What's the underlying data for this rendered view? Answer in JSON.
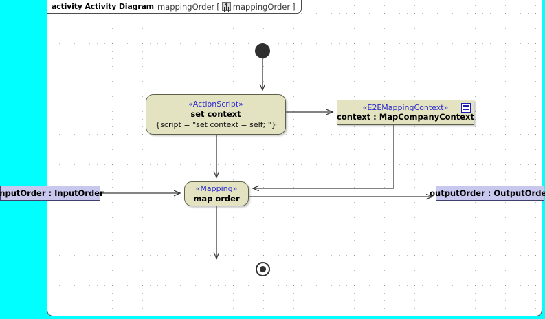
{
  "canvas": {
    "background_color": "#00ffff",
    "frame_background_color": "#ffffff",
    "frame_border_color": "#4d4d4d"
  },
  "frame": {
    "keyword": "activity Activity Diagram",
    "name": "mappingOrder",
    "bracket_open": "[",
    "bracket_close": "]",
    "inner_name": "mappingOrder",
    "icon": "activity-diagram-icon"
  },
  "nodes": {
    "initial": {
      "name": "initial-node",
      "icon": "filled-circle-icon"
    },
    "final": {
      "name": "final-node",
      "icon": "bullseye-circle-icon"
    },
    "set_context": {
      "stereotype": "«ActionScript»",
      "name": "set context",
      "body": "{script = \"set context = self; \"}",
      "fill_color": "#e3e3c2",
      "border_color": "#60604a"
    },
    "map_order": {
      "stereotype": "«Mapping»",
      "name": "map order",
      "fill_color": "#e3e3c2",
      "border_color": "#60604a"
    },
    "context_object": {
      "stereotype": "«E2EMappingContext»",
      "name": "context : MapCompanyContext",
      "icon": "object-node-icon",
      "fill_color": "#e3e3c2",
      "border_color": "#60604a"
    }
  },
  "pins": {
    "input_order": {
      "label": "inputOrder : InputOrder",
      "fill_color": "#c8c8ee",
      "border_color": "#40406e"
    },
    "output_order": {
      "label": "outputOrder : OutputOrder",
      "fill_color": "#c8c8ee",
      "border_color": "#40406e"
    }
  },
  "edges": [
    {
      "name": "edge-initial-to-set-context",
      "from": "initial",
      "to": "set_context"
    },
    {
      "name": "edge-set-context-to-map-order",
      "from": "set_context",
      "to": "map_order"
    },
    {
      "name": "edge-set-context-to-context-object",
      "from": "set_context",
      "to": "context_object"
    },
    {
      "name": "edge-context-object-to-map-order",
      "from": "context_object",
      "to": "map_order"
    },
    {
      "name": "edge-input-order-to-map-order",
      "from": "input_order",
      "to": "map_order"
    },
    {
      "name": "edge-map-order-to-output-order",
      "from": "map_order",
      "to": "output_order"
    },
    {
      "name": "edge-map-order-to-final",
      "from": "map_order",
      "to": "final"
    }
  ],
  "colors": {
    "stereotype_text": "#2a2acd",
    "edge_line": "#3a3a3a",
    "node_text": "#000000"
  }
}
